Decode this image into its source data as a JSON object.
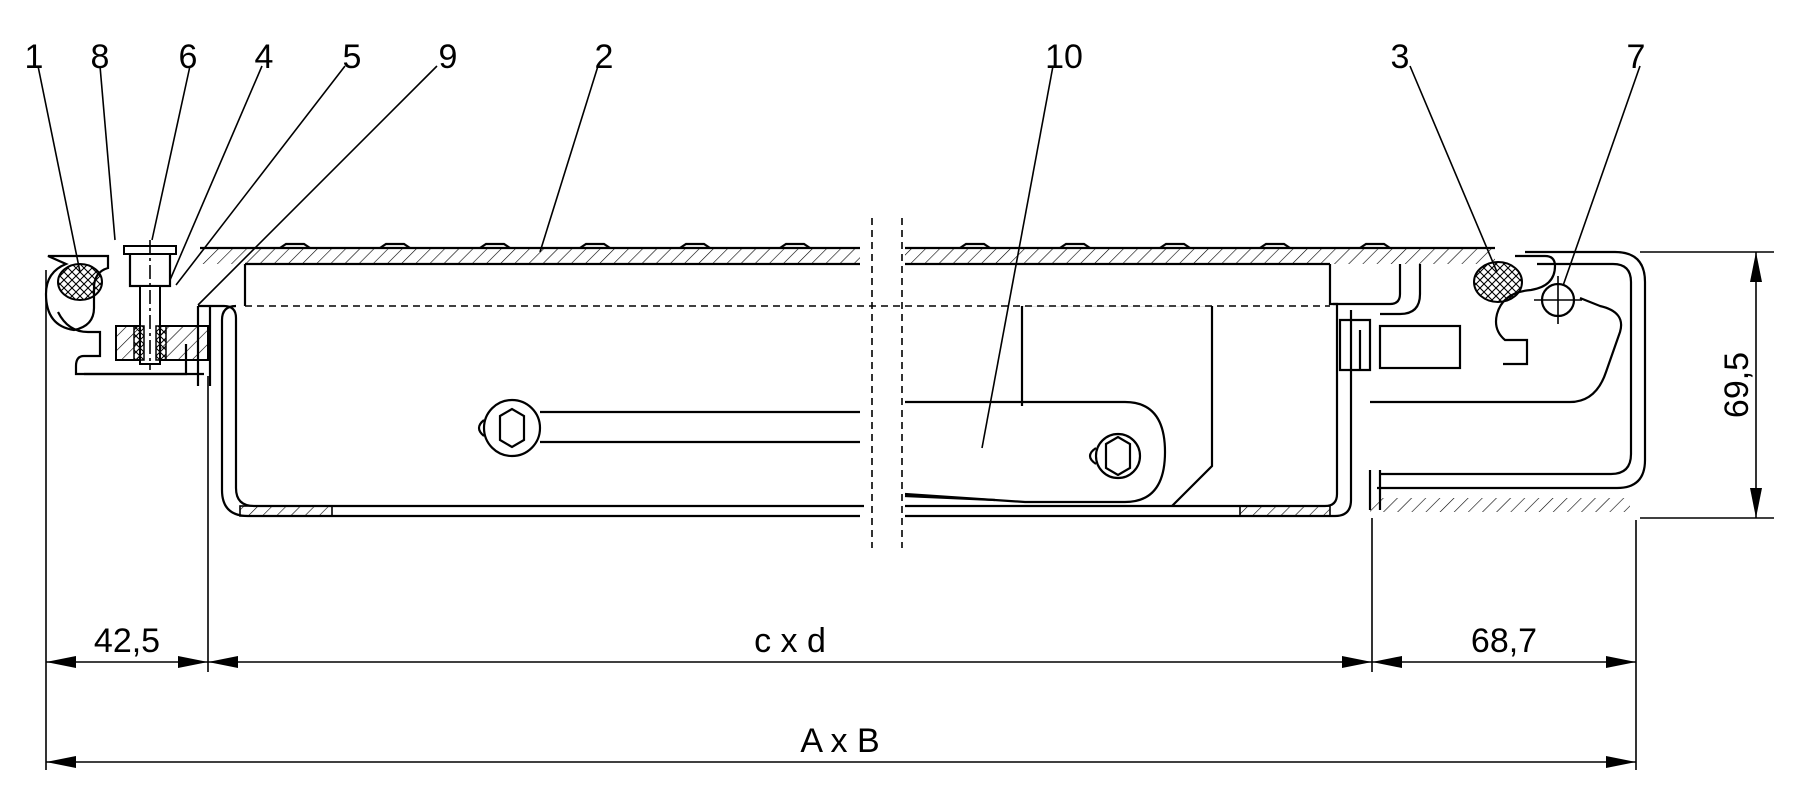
{
  "part_labels": [
    "1",
    "8",
    "6",
    "4",
    "5",
    "9",
    "2",
    "10",
    "3",
    "7"
  ],
  "dimensions": {
    "left_flange": "42,5",
    "clear_opening": "c x d",
    "right_flange": "68,7",
    "overall": "A x B",
    "height": "69,5"
  },
  "colors": {
    "ink": "#000000",
    "seal_fill": "#9a9a9a",
    "background": "#ffffff"
  }
}
